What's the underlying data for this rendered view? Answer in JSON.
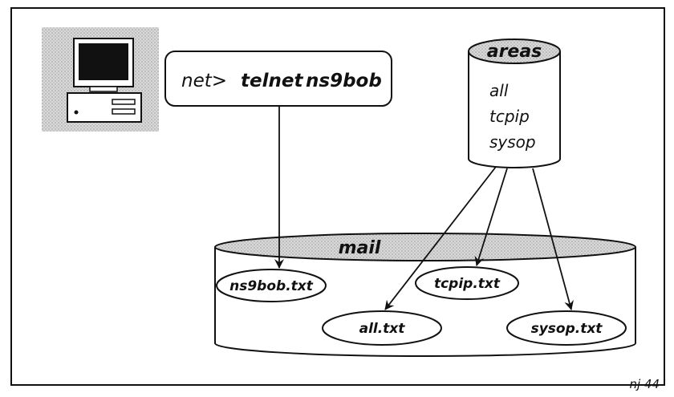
{
  "diagram": {
    "command": {
      "prompt": "net>",
      "verb": "telnet",
      "arg": "ns9bob"
    },
    "areas": {
      "title": "areas",
      "items": [
        "all",
        "tcpip",
        "sysop"
      ]
    },
    "mail": {
      "title": "mail",
      "files": [
        "ns9bob.txt",
        "tcpip.txt",
        "all.txt",
        "sysop.txt"
      ]
    },
    "corner_label": "nj 44"
  },
  "colors": {
    "ink": "#111111",
    "shade": "#cfcfcf",
    "paper": "#ffffff"
  },
  "icons": [
    "computer-icon"
  ]
}
